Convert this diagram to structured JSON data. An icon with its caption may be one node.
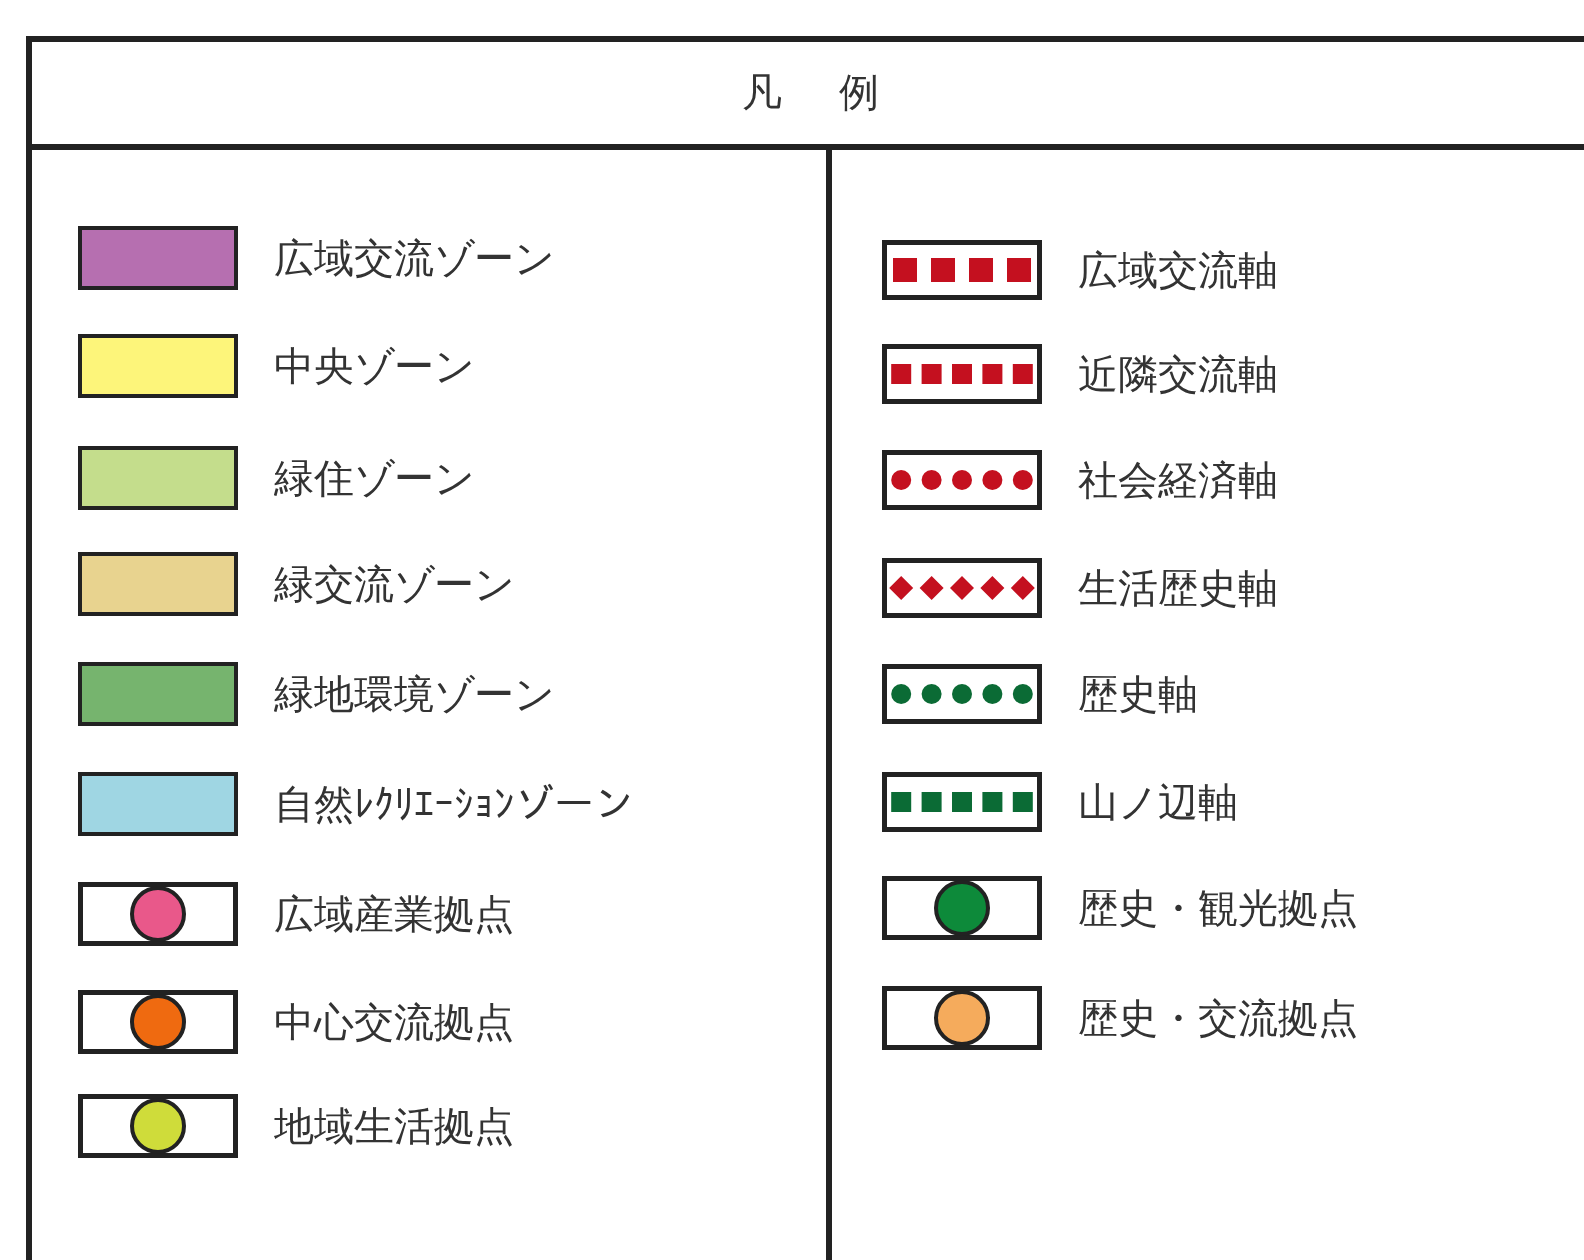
{
  "diagram": {
    "title": "凡 例",
    "legend": [
      {
        "text": "広域交流ゾーン",
        "color": "#b66fb0"
      },
      {
        "text": "中央ゾーン",
        "color": "#fdf57a"
      },
      {
        "text": "緑住ゾーン",
        "color": "#c4dd8c"
      },
      {
        "text": "緑交流ゾーン",
        "color": "#e8d38f"
      },
      {
        "text": "緑地環境ゾーン",
        "color": "#76b46e"
      },
      {
        "text": "自然ﾚｸﾘｴｰｼｮﾝゾーン",
        "color": "#9fd6e3"
      },
      {
        "text": "広域産業拠点",
        "color": "#e9588a"
      },
      {
        "text": "中心交流拠点",
        "color": "#ef6a10"
      },
      {
        "text": "地域生活拠点",
        "color": "#cfdc3a"
      },
      {
        "text": "広域交流軸"
      },
      {
        "text": "近隣交流軸"
      },
      {
        "text": "社会経済軸"
      },
      {
        "text": "生活歴史軸"
      },
      {
        "text": "歴史軸"
      },
      {
        "text": "山ノ辺軸"
      },
      {
        "text": "歴史・観光拠点",
        "color": "#0d8a3a"
      },
      {
        "text": "歴史・交流拠点",
        "color": "#f5ab5c"
      }
    ]
  }
}
